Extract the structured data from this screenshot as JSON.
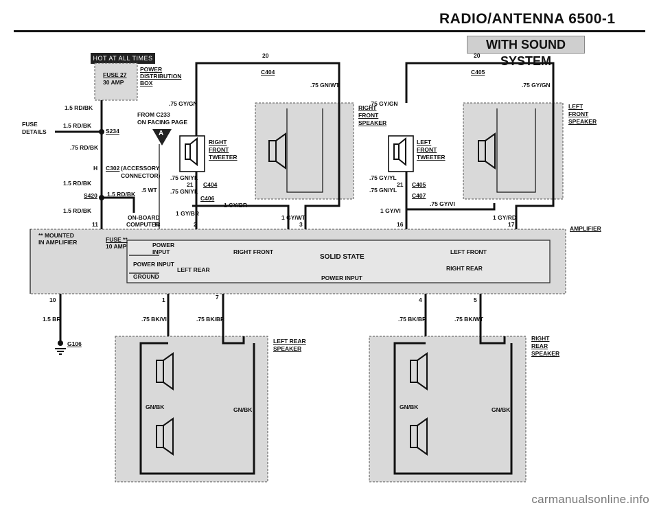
{
  "header": {
    "title": "RADIO/ANTENNA   6500-1",
    "subtitle": "WITH SOUND SYSTEM"
  },
  "hot_at_all_times": "HOT AT ALL TIMES",
  "fuse_box": {
    "fuse": "FUSE 27",
    "amp": "30 AMP",
    "power": "POWER",
    "distribution": "DISTRIBUTION",
    "box": "BOX"
  },
  "fuse_details": {
    "line1": "FUSE",
    "line2": "DETAILS"
  },
  "wires": {
    "rdbk15_a": "1.5 RD/BK",
    "rdbk15_b": "1.5 RD/BK",
    "rdbk15_c": "1.5 RD/BK",
    "rdbk15_d": "1.5 RD/BK",
    "rdbk15_e": "1.5 RD/BK",
    "rdbk75": ".75 RD/BK",
    "gygn_a": ".75 GY/GN",
    "gygn_b": ".75 GY/GN",
    "gygn_c": ".75 GY/GN",
    "gnwt": ".75 GN/WT",
    "gnyl_a": ".75 GN/YL",
    "gnyl_b": ".75 GN/YL",
    "gnyl_c": ".75 GN/YL",
    "gyyl": ".75 GY/YL",
    "gyvi75": ".75 GY/VI",
    "wt5": ".5 WT",
    "gybr_a": "1 GY/BR",
    "gybr_b": "1 GY/BR",
    "gywt": "1 GY/WT",
    "gyvi": "1 GY/VI",
    "gyrd": "1 GY/RD",
    "bkvi": ".75 BK/VI",
    "bkbr_a": ".75 BK/BR",
    "bkbr_b": ".75 BK/BR",
    "bkwt": ".75 BK/WT",
    "br15": "1.5 BR",
    "gnbk_a": "GN/BK",
    "gnbk_b": "GN/BK",
    "gnbk_c": "GN/BK",
    "gnbk_d": "GN/BK"
  },
  "connectors": {
    "c404_top": "C404",
    "c405_top": "C405",
    "c404": "C404",
    "c405": "C405",
    "c406": "C406",
    "c407": "C407",
    "c302": "C302",
    "s234": "S234",
    "s420": "S420",
    "g106": "G106",
    "h": "H"
  },
  "pins": {
    "p20a": "20",
    "p20b": "20",
    "p21a": "21",
    "p21b": "21",
    "p11": "11",
    "p13": "13",
    "p2": "2",
    "p3": "3",
    "p16": "16",
    "p17": "17",
    "p10": "10",
    "p1": "1",
    "p7": "7",
    "p4": "4",
    "p5": "5"
  },
  "notes": {
    "from_c233": "FROM C233",
    "on_facing_page": "ON FACING PAGE",
    "ref_a": "A",
    "accessory": "(ACCESSORY",
    "connector": "CONNECTOR)",
    "onboard": "ON-BOARD",
    "computer": "COMPUTER",
    "mounted1": "** MOUNTED",
    "mounted2": "IN AMPLIFIER",
    "fuse2": "FUSE **",
    "amp10": "10 AMP"
  },
  "speakers": {
    "rt_1": "RIGHT",
    "rt_2": "FRONT",
    "rt_3": "TWEETER",
    "lt_1": "LEFT",
    "lt_2": "FRONT",
    "lt_3": "TWEETER",
    "rf_1": "RIGHT",
    "rf_2": "FRONT",
    "rf_3": "SPEAKER",
    "lf_1": "LEFT",
    "lf_2": "FRONT",
    "lf_3": "SPEAKER",
    "lr_1": "LEFT REAR",
    "lr_2": "SPEAKER",
    "rr_1": "RIGHT",
    "rr_2": "REAR",
    "rr_3": "SPEAKER"
  },
  "amplifier": {
    "label": "AMPLIFIER",
    "power_input_a": "POWER",
    "power_input_b": "INPUT",
    "power_input": "POWER INPUT",
    "ground": "GROUND",
    "right_front": "RIGHT FRONT",
    "left_front": "LEFT FRONT",
    "solid_state": "SOLID STATE",
    "left_rear": "LEFT REAR",
    "right_rear": "RIGHT REAR",
    "power_input2": "POWER INPUT"
  },
  "watermark": "carmanualsonline.info"
}
